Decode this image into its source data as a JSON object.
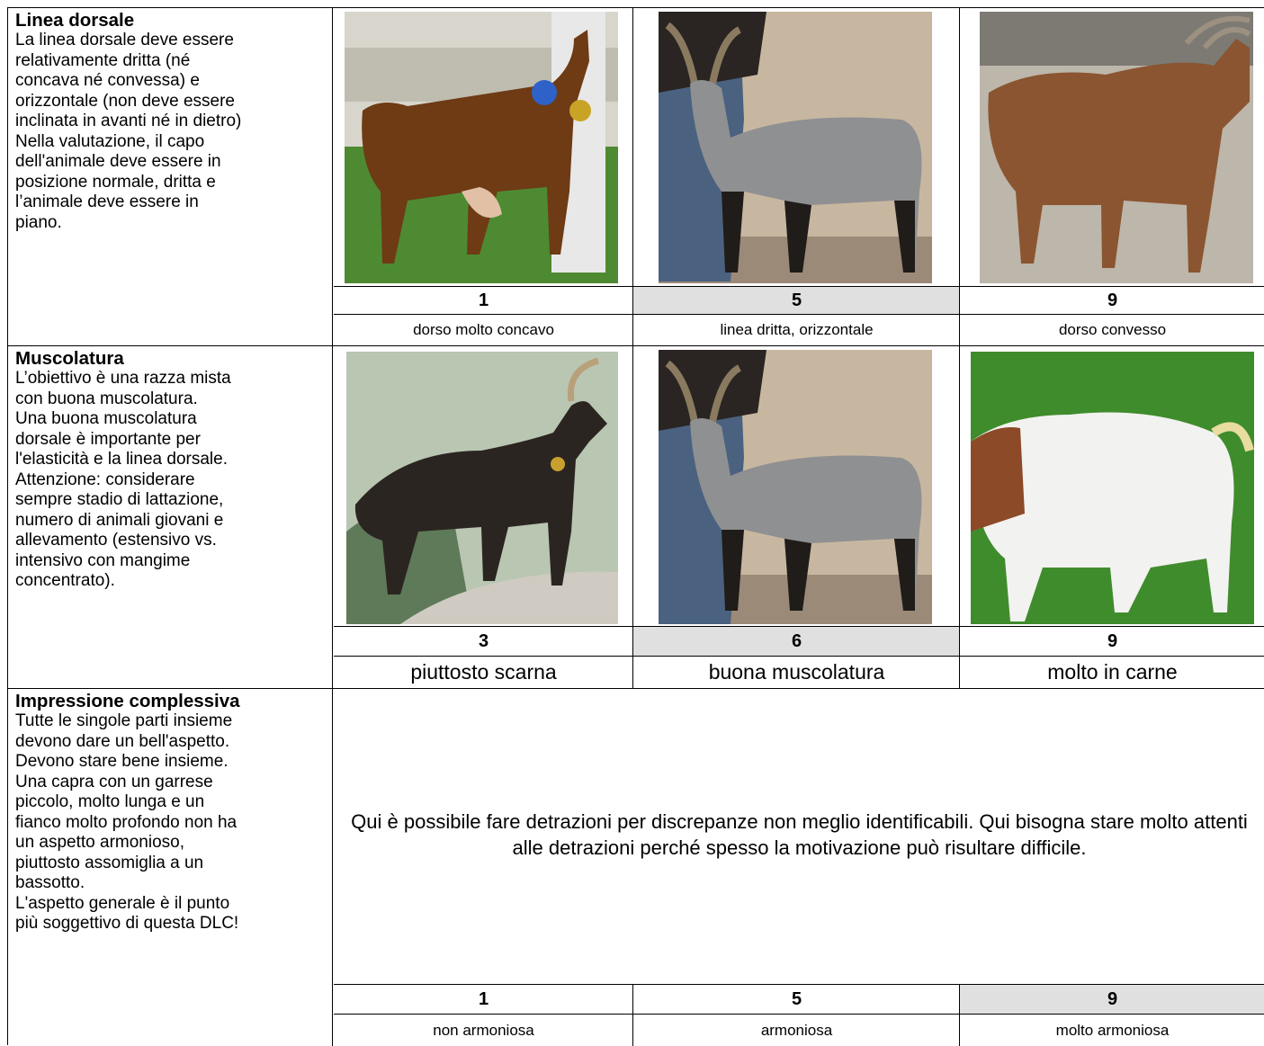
{
  "sections": [
    {
      "title": "Linea dorsale",
      "text": "La linea dorsale deve essere\nrelativamente dritta (né\nconcava né convessa) e\norizzontale (non deve essere\ninclinata in avanti né in dietro)\nNella valutazione, il capo\ndell'animale deve essere in\nposizione normale, dritta e\nl’animale deve essere in\npiano.",
      "scores": [
        "1",
        "5",
        "9"
      ],
      "labels": [
        "dorso molto concavo",
        "linea dritta, orizzontale",
        "dorso convesso"
      ],
      "highlighted_score_index": 1
    },
    {
      "title": "Muscolatura",
      "text": "L’obiettivo è una razza mista\ncon buona muscolatura.\nUna buona muscolatura\ndorsale è importante per\nl'elasticità e la linea dorsale.\nAttenzione: considerare\nsempre stadio di lattazione,\nnumero di animali giovani e\nallevamento (estensivo vs.\nintensivo con mangime\nconcentrato).",
      "scores": [
        "3",
        "6",
        "9"
      ],
      "labels": [
        "piuttosto scarna",
        "buona muscolatura",
        "molto in carne"
      ],
      "highlighted_score_index": 1
    },
    {
      "title": "Impressione complessiva",
      "text": "Tutte le singole parti insieme\ndevono dare un bell'aspetto.\nDevono stare bene insieme.\nUna capra con un garrese\npiccolo, molto lunga e un\nfianco molto profondo non ha\nun aspetto armonioso,\npiuttosto assomiglia a un\nbassotto.\nL'aspetto generale è il punto\npiù soggettivo di questa DLC!",
      "note": "Qui è possibile fare detrazioni per discrepanze non meglio identificabili. Qui bisogna stare molto attenti alle detrazioni perché spesso la motivazione può risultare difficile.",
      "scores": [
        "1",
        "5",
        "9"
      ],
      "labels": [
        "non armoniosa",
        "armoniosa",
        "molto armoniosa"
      ],
      "highlighted_score_index": 2
    }
  ],
  "colors": {
    "highlight": "#e0e0e0",
    "border": "#000000",
    "goat_brown": "#7a4a20",
    "goat_grey": "#8c8c8c",
    "goat_black": "#2a2420",
    "goat_white": "#f2f2f0"
  }
}
